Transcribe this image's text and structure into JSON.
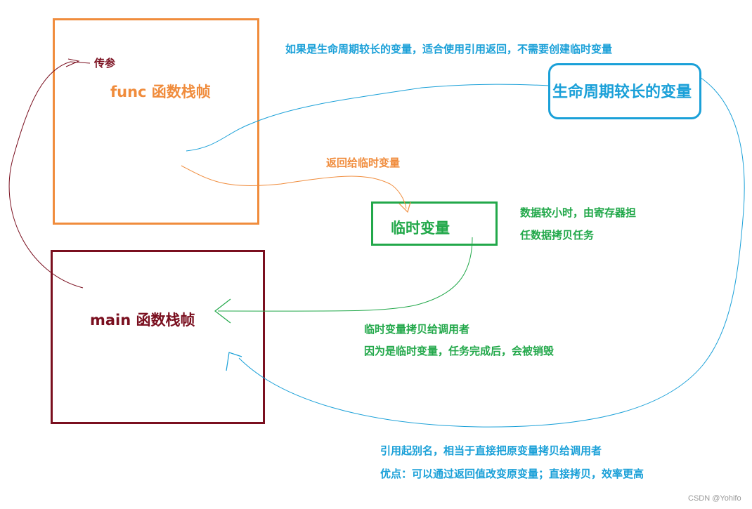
{
  "boxes": {
    "func": "func 函数栈帧",
    "main": "main 函数栈帧",
    "temp": "临时变量",
    "long_lived": "生命周期较长的变量"
  },
  "notes": {
    "pass_params": "传参",
    "return_to_temp": "返回给临时变量",
    "top_note": "如果是生命周期较长的变量，适合使用引用返回，不需要创建临时变量",
    "register_line1": "数据较小时，由寄存器担",
    "register_line2": "任数据拷贝任务",
    "copy_line1": "临时变量拷贝给调用者",
    "copy_line2": "因为是临时变量，任务完成后，会被销毁",
    "ref_line1": "引用起别名，相当于直接把原变量拷贝给调用者",
    "ref_line2": "优点：可以通过返回值改变原变量；直接拷贝，效率更高"
  },
  "watermark": "CSDN @Yohifo",
  "colors": {
    "func": "#f08c3c",
    "main": "#7a0f1f",
    "temp": "#22a84a",
    "long_lived": "#1aa0d8"
  }
}
